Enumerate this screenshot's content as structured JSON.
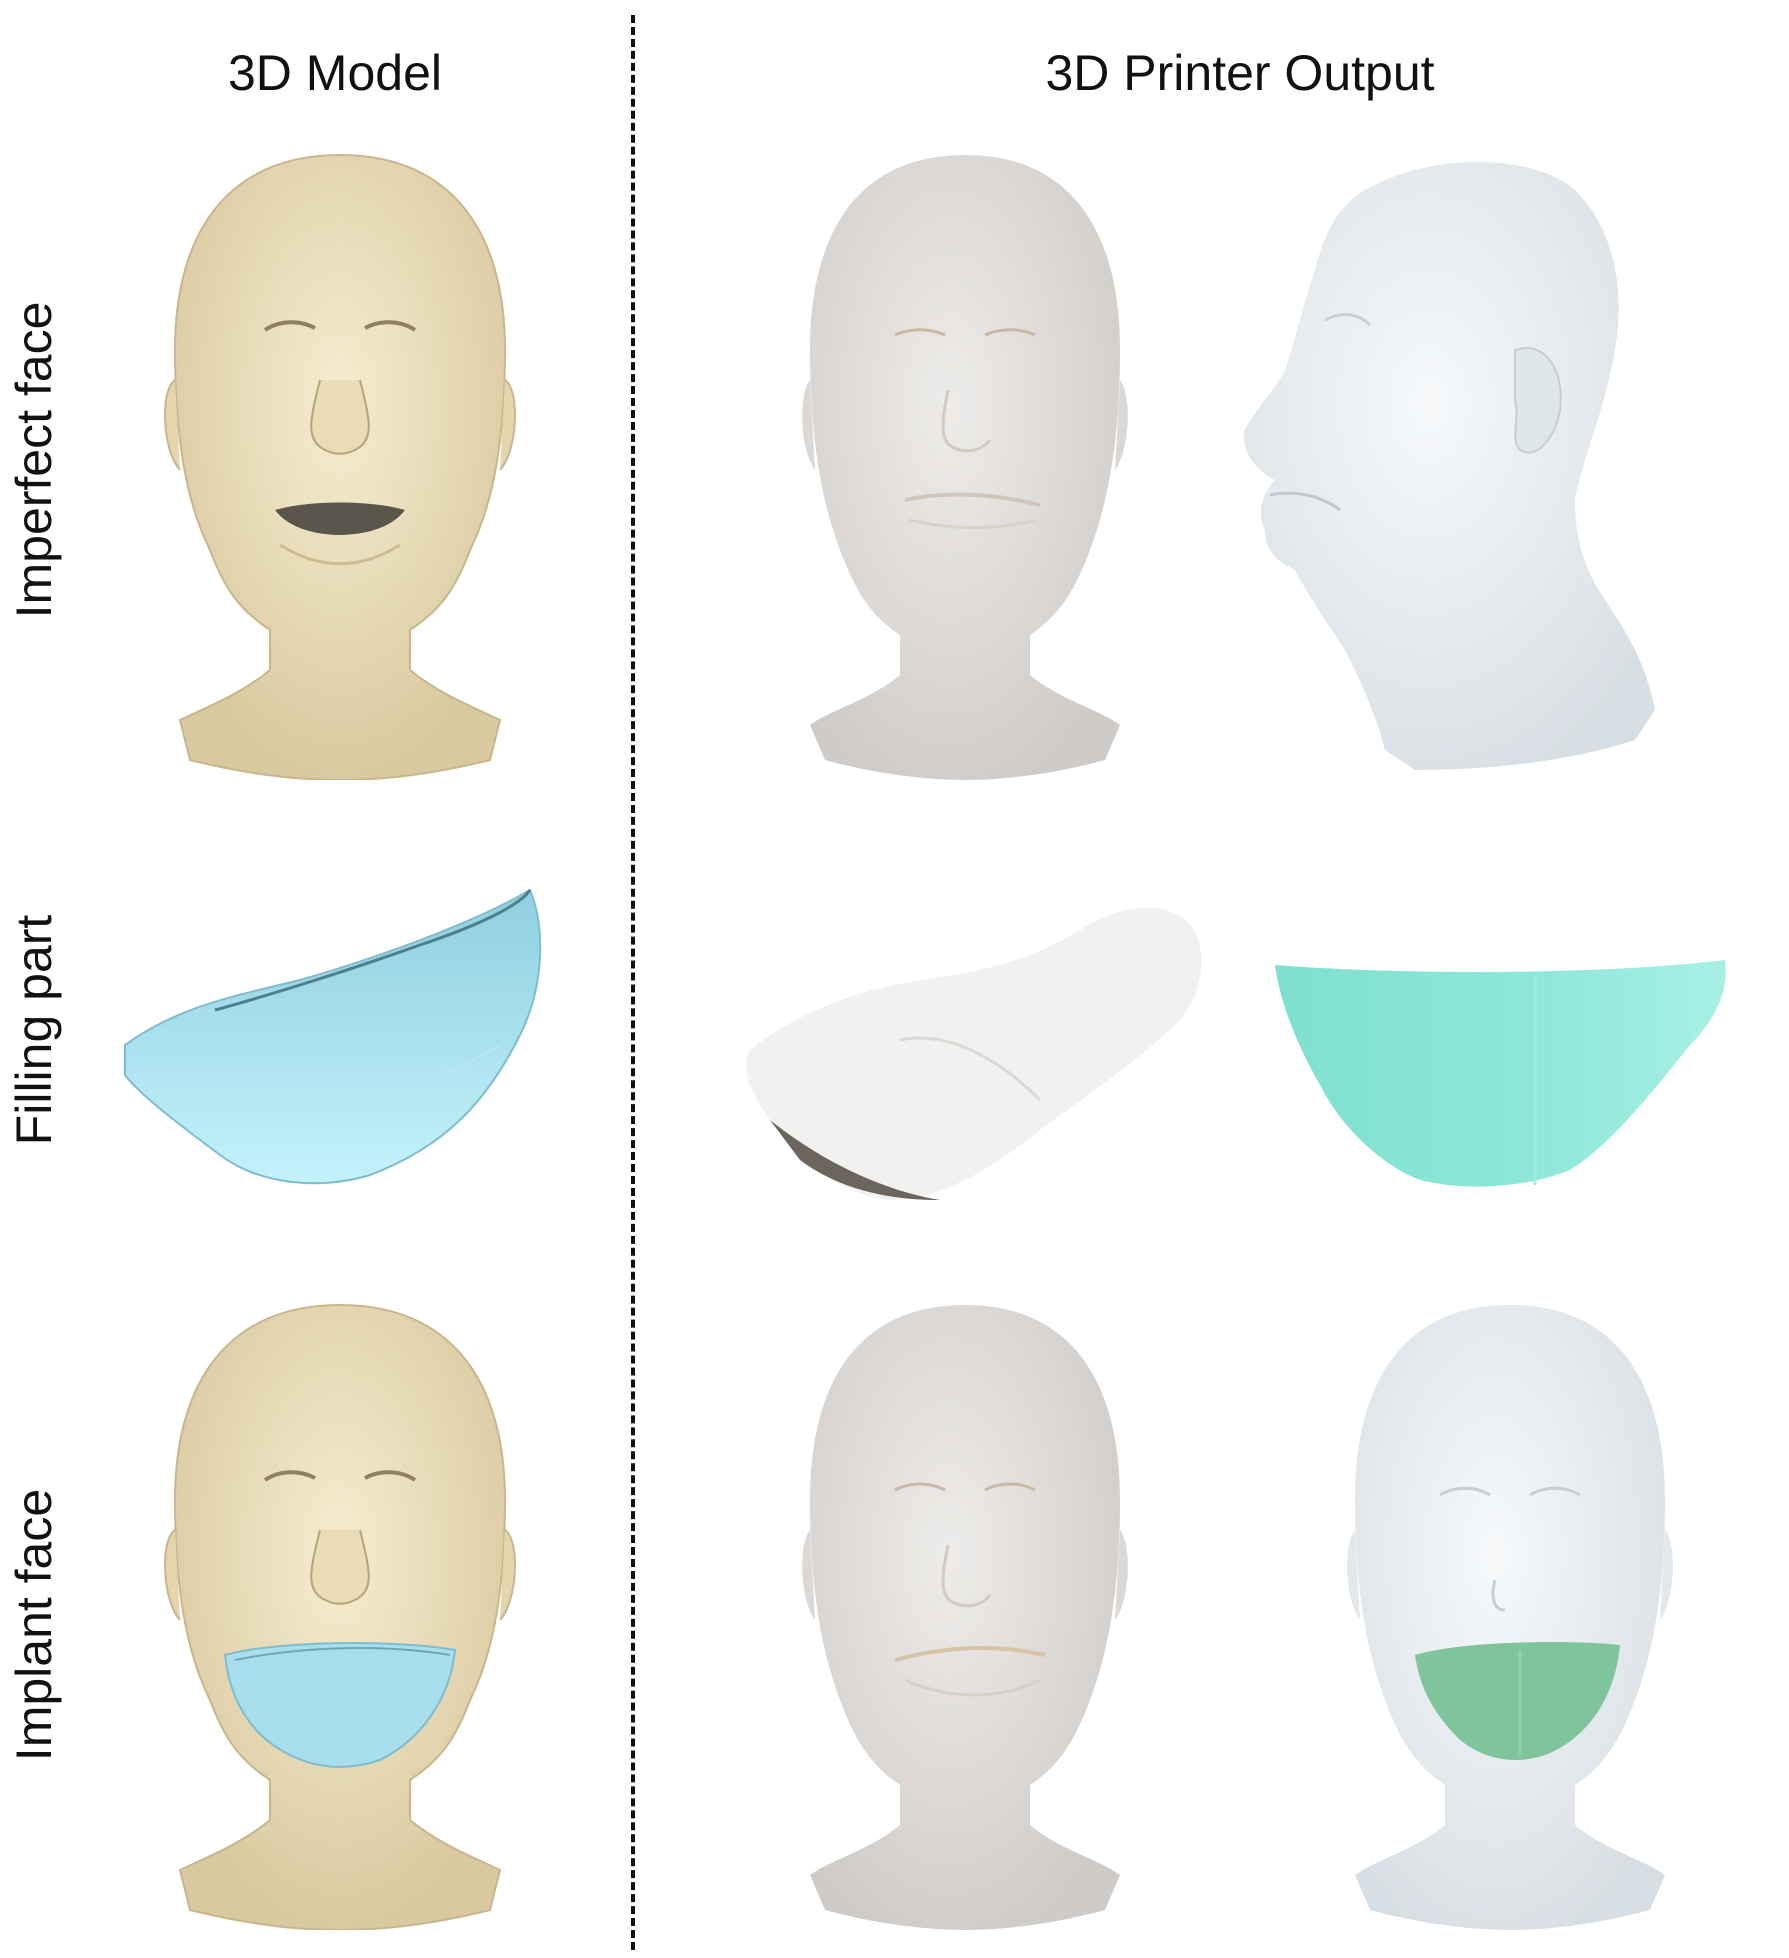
{
  "headers": {
    "model": "3D Model",
    "printer": "3D Printer Output"
  },
  "rows": {
    "imperfect": "Imperfect face",
    "filling": "Filling part",
    "implant": "Implant face"
  },
  "colors": {
    "model_skin": "#efe3bf",
    "model_implant": "#a9dfec",
    "print_grey": "#e6e4e2",
    "print_white": "#f2f5f7",
    "print_mint": "#8fe6d8",
    "print_green": "#7fc49a"
  }
}
